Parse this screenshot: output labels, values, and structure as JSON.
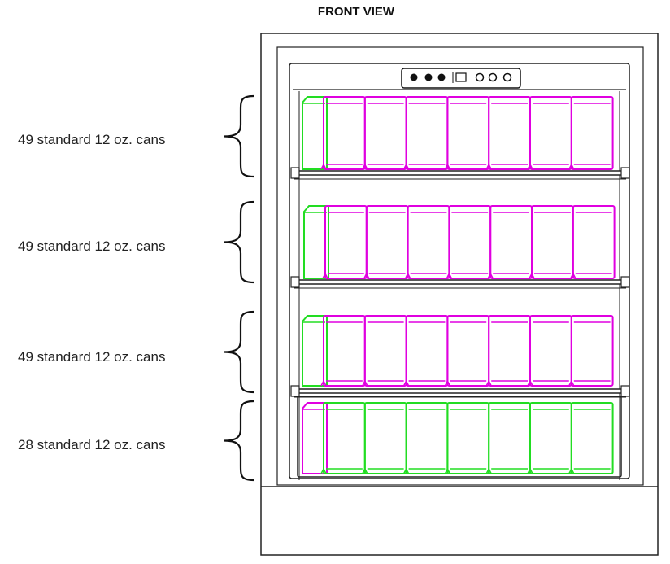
{
  "title": "FRONT VIEW",
  "shelves": [
    {
      "label": "49 standard 12 oz. cans",
      "front_can_color": "magenta",
      "back_can_color": "green"
    },
    {
      "label": "49 standard 12 oz. cans",
      "front_can_color": "magenta",
      "back_can_color": "green"
    },
    {
      "label": "49 standard 12 oz. cans",
      "front_can_color": "magenta",
      "back_can_color": "green"
    },
    {
      "label": "28 standard 12 oz. cans",
      "front_can_color": "green",
      "back_can_color": "magenta"
    }
  ],
  "colors": {
    "magenta": "#e000e0",
    "green": "#22dd22",
    "outline": "#222222"
  }
}
